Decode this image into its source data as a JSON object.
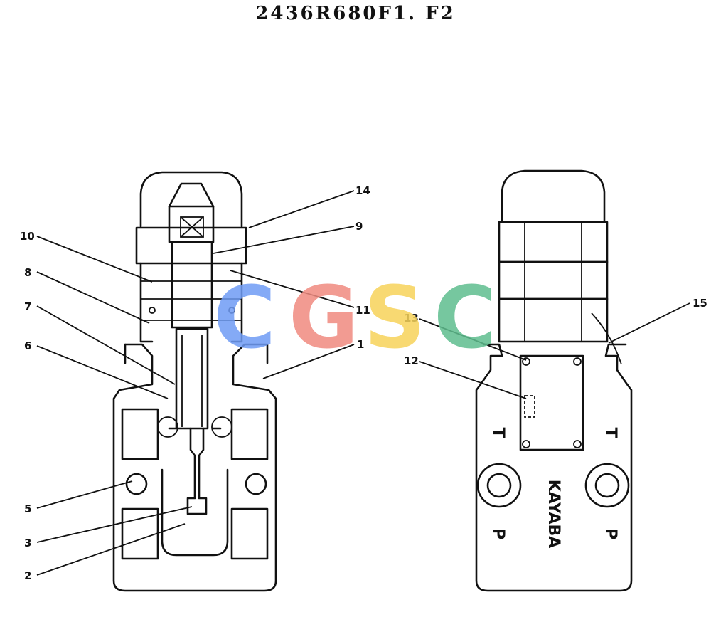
{
  "title": "2436R680F1. F2",
  "watermark": {
    "letters": [
      "C",
      "G",
      "S",
      "C"
    ],
    "colors": [
      "#6f9cf5",
      "#f08a80",
      "#f7d35a",
      "#5fbe8f"
    ]
  },
  "callouts": [
    "1",
    "2",
    "3",
    "5",
    "6",
    "7",
    "8",
    "9",
    "10",
    "11",
    "12",
    "13",
    "14",
    "15"
  ],
  "body_marks": {
    "maker": "KAYABA",
    "left_port_top": "T",
    "right_port_top": "T",
    "left_port_bottom": "P",
    "right_port_bottom": "P"
  }
}
